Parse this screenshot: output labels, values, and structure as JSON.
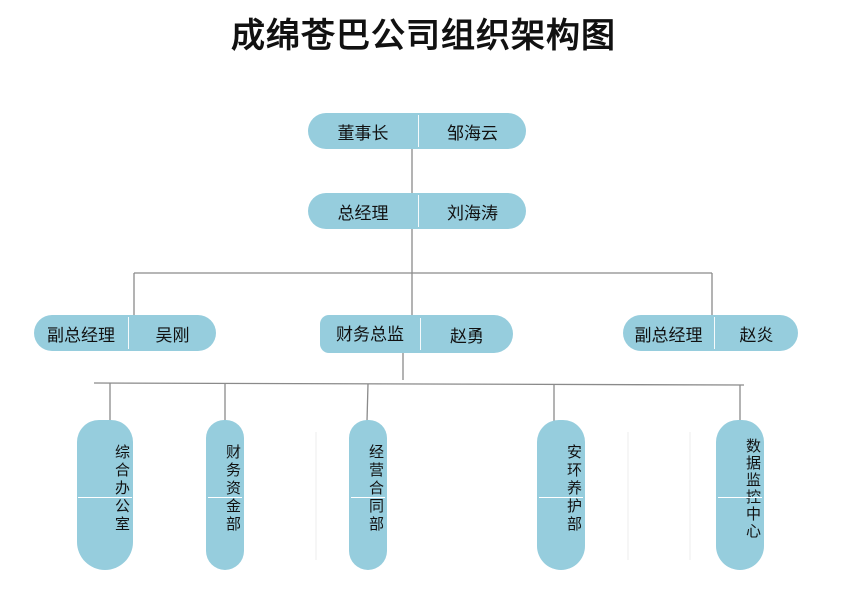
{
  "title": "成绵苍巴公司组织架构图",
  "colors": {
    "box": "#96cddd",
    "line": "#8a8a8a",
    "text": "#111111"
  },
  "chairman": {
    "role": "董事长",
    "name": "邹海云"
  },
  "general_manager": {
    "role": "总经理",
    "name": "刘海涛"
  },
  "deputy_left": {
    "role": "副总经理",
    "name": "吴刚"
  },
  "finance_director": {
    "role": "财务总监",
    "name": "赵勇"
  },
  "deputy_right": {
    "role": "副总经理",
    "name": "赵炎"
  },
  "departments": [
    {
      "name": "综合办公室"
    },
    {
      "name": "财务资金部"
    },
    {
      "name": "经营合同部"
    },
    {
      "name": "安环养护部"
    },
    {
      "name": "数据监控中心"
    }
  ]
}
